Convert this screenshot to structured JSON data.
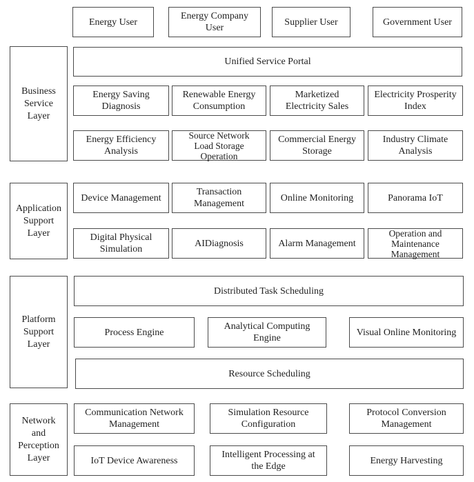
{
  "users": [
    "Energy User",
    "Energy Company\nUser",
    "Supplier User",
    "Government  User"
  ],
  "business": {
    "label": "Business\nService\nLayer",
    "portal": "Unified Service Portal",
    "row1": [
      "Energy Saving\nDiagnosis",
      "Renewable Energy\nConsumption",
      "Marketized\nElectricity Sales",
      "Electricity Prosperity\nIndex"
    ],
    "row2": [
      "Energy Efficiency\nAnalysis",
      "Source Network\nLoad Storage\nOperation",
      "Commercial Energy\nStorage",
      "Industry Climate\nAnalysis"
    ]
  },
  "application": {
    "label": "Application\nSupport\nLayer",
    "row1": [
      "Device Management",
      "Transaction\nManagement",
      "Online Monitoring",
      "Panorama IoT"
    ],
    "row2": [
      "Digital Physical\nSimulation",
      "AIDiagnosis",
      "Alarm Management",
      "Operation and\nMaintenance\nManagement"
    ]
  },
  "platform": {
    "label": "Platform\nSupport\nLayer",
    "task_scheduling": "Distributed Task Scheduling",
    "middle": [
      "Process Engine",
      "Analytical Computing\nEngine",
      "Visual Online Monitoring"
    ],
    "resource_scheduling": "Resource Scheduling"
  },
  "network": {
    "label": "Network\nand\nPerception\nLayer",
    "row1": [
      "Communication Network\nManagement",
      "Simulation Resource\nConfiguration",
      "Protocol Conversion\nManagement"
    ],
    "row2": [
      "IoT Device Awareness",
      "Intelligent Processing at\nthe Edge",
      "Energy Harvesting"
    ]
  }
}
